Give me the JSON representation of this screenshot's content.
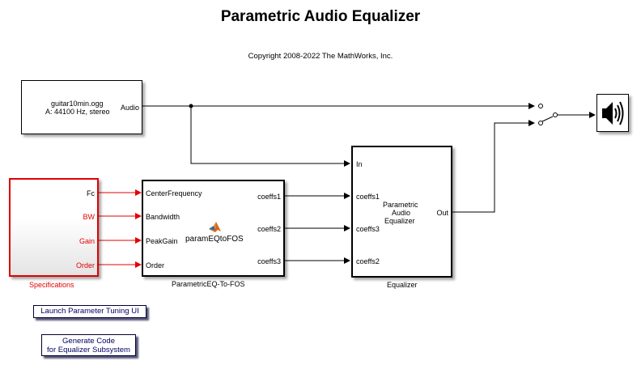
{
  "title": "Parametric Audio Equalizer",
  "copyright": "Copyright 2008-2022 The MathWorks, Inc.",
  "colors": {
    "signal": "#000000",
    "spec_signal": "#e60000",
    "button_text": "#000066"
  },
  "blocks": {
    "audio_source": {
      "line1": "guitar10min.ogg",
      "line2": "A: 44100 Hz, stereo",
      "output_port": "Audio"
    },
    "specifications": {
      "name": "Specifications",
      "output_ports": [
        "Fc",
        "BW",
        "Gain",
        "Order"
      ]
    },
    "param_eq_to_fos": {
      "name": "ParametricEQ-To-FOS",
      "function_label": "paramEQtoFOS",
      "icon": "matlab-logo-icon",
      "input_ports": [
        "CenterFrequency",
        "Bandwidth",
        "PeakGain",
        "Order"
      ],
      "output_ports": [
        "coeffs1",
        "coeffs2",
        "coeffs3"
      ]
    },
    "equalizer": {
      "name": "Equalizer",
      "inner_label": [
        "Parametric",
        "Audio",
        "Equalizer"
      ],
      "input_ports": [
        "In",
        "coeffs1",
        "coeffs3",
        "coeffs2"
      ],
      "output_port": "Out"
    },
    "switch": {
      "icon": "manual-switch-icon"
    },
    "audio_sink": {
      "icon": "speaker-icon"
    }
  },
  "buttons": {
    "launch_tuning": "Launch Parameter Tuning UI",
    "generate_code_line1": "Generate Code",
    "generate_code_line2": "for Equalizer Subsystem"
  }
}
